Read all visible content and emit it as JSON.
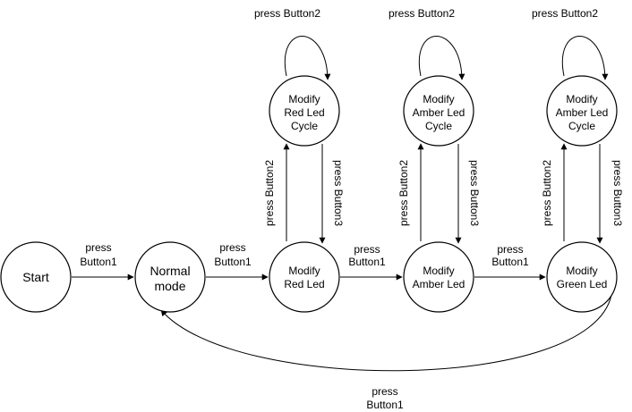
{
  "nodes": {
    "start": {
      "lines": [
        "Start"
      ]
    },
    "normal_mode": {
      "lines": [
        "Normal",
        "mode"
      ]
    },
    "modify_red_led": {
      "lines": [
        "Modify",
        "Red Led"
      ]
    },
    "modify_amber_led": {
      "lines": [
        "Modify",
        "Amber Led"
      ]
    },
    "modify_green_led": {
      "lines": [
        "Modify",
        "Green Led"
      ]
    },
    "modify_red_led_cycle": {
      "lines": [
        "Modify",
        "Red Led",
        "Cycle"
      ]
    },
    "modify_amber_led_cycle_1": {
      "lines": [
        "Modify",
        "Amber Led",
        "Cycle"
      ]
    },
    "modify_amber_led_cycle_2": {
      "lines": [
        "Modify",
        "Amber Led",
        "Cycle"
      ]
    }
  },
  "edges": {
    "start_to_normal": {
      "lines": [
        "press",
        "Button1"
      ]
    },
    "normal_to_red": {
      "lines": [
        "press",
        "Button1"
      ]
    },
    "red_to_amber": {
      "lines": [
        "press",
        "Button1"
      ]
    },
    "amber_to_green": {
      "lines": [
        "press",
        "Button1"
      ]
    },
    "green_to_normal": {
      "lines": [
        "press",
        "Button1"
      ]
    },
    "red_to_cycle": {
      "text": "press Button2"
    },
    "cycle_to_red": {
      "text": "press Button3"
    },
    "amber_to_cycle": {
      "text": "press Button2"
    },
    "cycle_to_amber": {
      "text": "press Button3"
    },
    "green_to_cycle": {
      "text": "press Button2"
    },
    "cycle_to_green": {
      "text": "press Button3"
    },
    "red_cycle_self": {
      "text": "press Button2"
    },
    "amber_cycle_self": {
      "text": "press Button2"
    },
    "green_cycle_self": {
      "text": "press Button2"
    }
  }
}
